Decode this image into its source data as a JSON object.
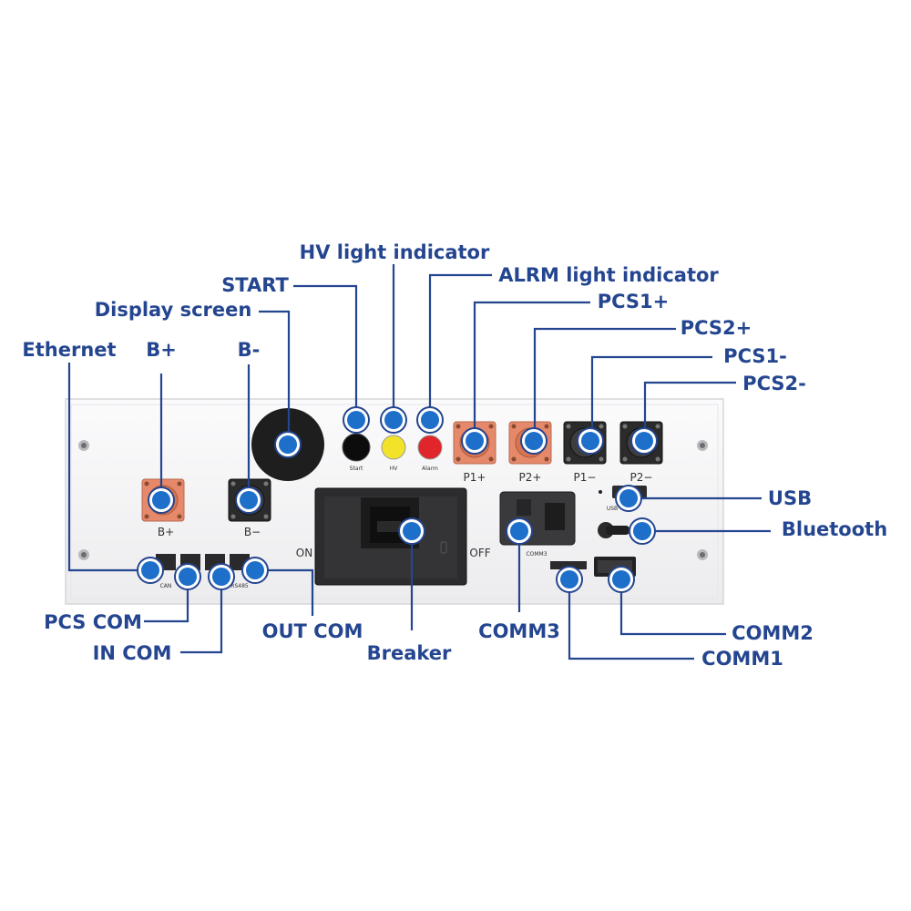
{
  "callouts": {
    "hv_light": "HV light indicator",
    "start": "START",
    "alarm_light": "ALRM light indicator",
    "pcs1_pos": "PCS1+",
    "display": "Display screen",
    "pcs2_pos": "PCS2+",
    "ethernet": "Ethernet",
    "b_pos": "B+",
    "b_neg": "B-",
    "pcs1_neg": "PCS1-",
    "pcs2_neg": "PCS2-",
    "usb": "USB",
    "bluetooth": "Bluetooth",
    "pcs_com": "PCS COM",
    "out_com": "OUT COM",
    "comm2": "COMM2",
    "in_com": "IN COM",
    "breaker": "Breaker",
    "comm3": "COMM3",
    "comm1": "COMM1"
  },
  "panel": {
    "label_start": "Start",
    "label_hv": "HV",
    "label_alarm": "Alarm",
    "label_p1_pos": "P1+",
    "label_p2_pos": "P2+",
    "label_p1_neg": "P1−",
    "label_p2_neg": "P2−",
    "label_b_pos": "B+",
    "label_b_neg": "B−",
    "label_on": "ON",
    "label_off": "OFF",
    "label_comm3": "COMM3",
    "label_usb": "USB",
    "label_can": "CAN",
    "label_rs": "RS485"
  },
  "colors": {
    "accent": "#24458f",
    "marker": "#1d6fc9",
    "terminal_orange": "#e5896a",
    "terminal_dark": "#2b2b2b",
    "led_yellow": "#f2e22a",
    "led_red": "#e0262b",
    "panel": "#f7f7f8"
  }
}
